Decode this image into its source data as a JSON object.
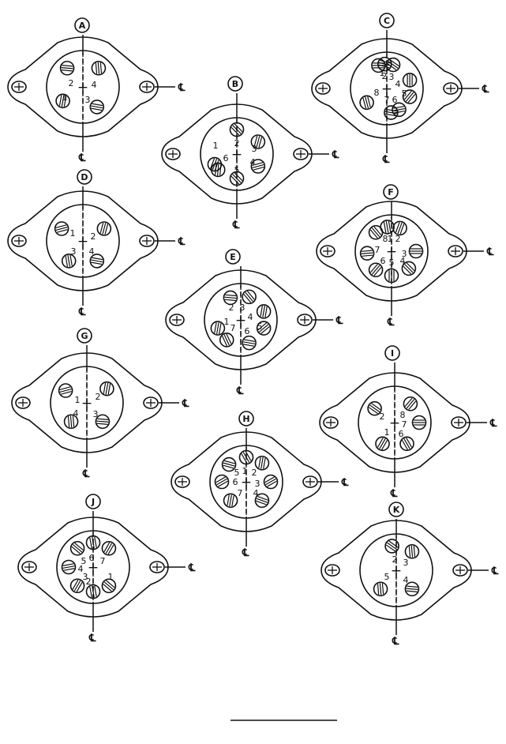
{
  "centerline_mark": "℄",
  "plus_mark": "+",
  "sockets": [
    {
      "id": "A",
      "pins": [
        {
          "n": "1"
        },
        {
          "n": "2"
        },
        {
          "n": "3"
        },
        {
          "n": "4"
        }
      ]
    },
    {
      "id": "B",
      "pins": [
        {
          "n": "1"
        },
        {
          "n": "2"
        },
        {
          "n": "3"
        },
        {
          "n": "4"
        },
        {
          "n": "5"
        },
        {
          "n": "6"
        }
      ]
    },
    {
      "id": "C",
      "pins": [
        {
          "n": "1"
        },
        {
          "n": "2"
        },
        {
          "n": "3"
        },
        {
          "n": "4"
        },
        {
          "n": "5"
        },
        {
          "n": "6"
        },
        {
          "n": "7"
        },
        {
          "n": "8"
        }
      ]
    },
    {
      "id": "D",
      "pins": [
        {
          "n": "1"
        },
        {
          "n": "2"
        },
        {
          "n": "3"
        },
        {
          "n": "4"
        }
      ]
    },
    {
      "id": "E",
      "pins": [
        {
          "n": "1"
        },
        {
          "n": "2"
        },
        {
          "n": "3"
        },
        {
          "n": "4"
        },
        {
          "n": "5"
        },
        {
          "n": "6"
        },
        {
          "n": "7"
        }
      ]
    },
    {
      "id": "F",
      "pins": [
        {
          "n": "1"
        },
        {
          "n": "2"
        },
        {
          "n": "3"
        },
        {
          "n": "4"
        },
        {
          "n": "5"
        },
        {
          "n": "6"
        },
        {
          "n": "7"
        },
        {
          "n": "8"
        }
      ]
    },
    {
      "id": "G",
      "pins": [
        {
          "n": "1"
        },
        {
          "n": "2"
        },
        {
          "n": "3"
        },
        {
          "n": "4"
        }
      ]
    },
    {
      "id": "H",
      "pins": [
        {
          "n": "1"
        },
        {
          "n": "2"
        },
        {
          "n": "3"
        },
        {
          "n": "4"
        },
        {
          "n": "5"
        },
        {
          "n": "6"
        },
        {
          "n": "7"
        }
      ]
    },
    {
      "id": "I",
      "pins": [
        {
          "n": "1"
        },
        {
          "n": "2"
        },
        {
          "n": "6"
        },
        {
          "n": "7"
        },
        {
          "n": "8"
        }
      ]
    },
    {
      "id": "J",
      "pins": [
        {
          "n": "1"
        },
        {
          "n": "2"
        },
        {
          "n": "3"
        },
        {
          "n": "4"
        },
        {
          "n": "5"
        },
        {
          "n": "6"
        },
        {
          "n": "7"
        }
      ]
    },
    {
      "id": "K",
      "pins": [
        {
          "n": "2"
        },
        {
          "n": "3"
        },
        {
          "n": "4"
        },
        {
          "n": "5"
        }
      ]
    }
  ]
}
